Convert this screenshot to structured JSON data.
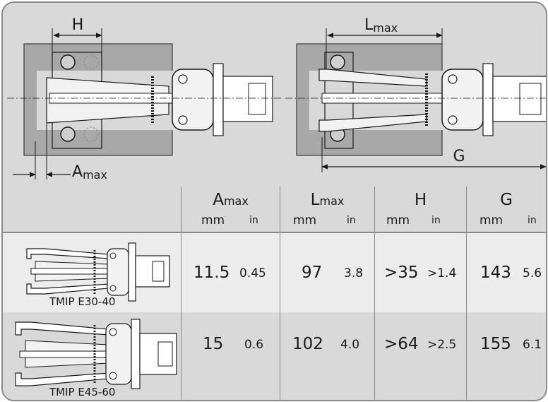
{
  "diagram": {
    "label_h": "H",
    "label_lmax": {
      "symbol": "L",
      "subscript": "max"
    },
    "label_amax": {
      "symbol": "A",
      "subscript": "max"
    },
    "label_g": "G"
  },
  "table": {
    "columns": [
      {
        "symbol": "A",
        "subscript": "max",
        "unit_mm": "mm",
        "unit_in": "in"
      },
      {
        "symbol": "L",
        "subscript": "max",
        "unit_mm": "mm",
        "unit_in": "in"
      },
      {
        "symbol": "H",
        "subscript": "",
        "unit_mm": "mm",
        "unit_in": "in"
      },
      {
        "symbol": "G",
        "subscript": "",
        "unit_mm": "mm",
        "unit_in": "in"
      }
    ],
    "rows": [
      {
        "model": "TMIP E30-40",
        "values": [
          {
            "mm": "11.5",
            "in": "0.45"
          },
          {
            "mm": "97",
            "in": "3.8"
          },
          {
            "mm": ">35",
            "in": ">1.4"
          },
          {
            "mm": "143",
            "in": "5.6"
          }
        ]
      },
      {
        "model": "TMIP E45-60",
        "values": [
          {
            "mm": "15",
            "in": "0.6"
          },
          {
            "mm": "102",
            "in": "4.0"
          },
          {
            "mm": ">64",
            "in": ">2.5"
          },
          {
            "mm": "155",
            "in": "6.1"
          }
        ]
      }
    ]
  },
  "colors": {
    "frame_border": "#8a8a8a",
    "header_bg": "#d9d9d9",
    "row_light": "#ececec",
    "row_dark": "#d9d9d9",
    "housing": "#a8a8a8",
    "ink": "#1a1a1a"
  }
}
